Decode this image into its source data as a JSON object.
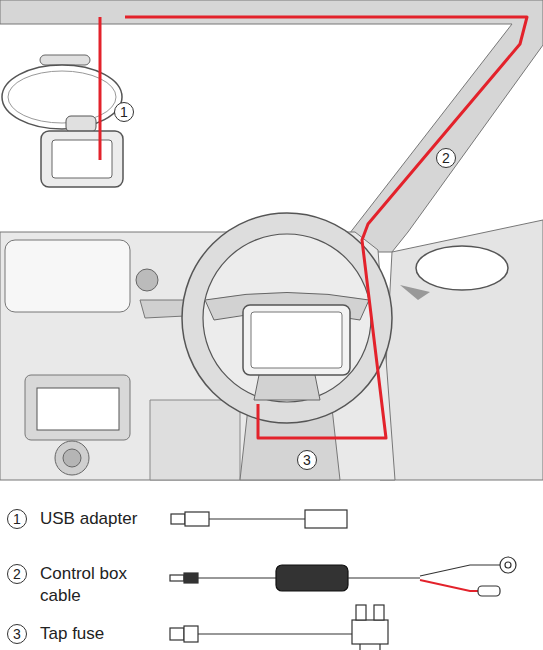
{
  "diagram": {
    "labels": [
      "1",
      "2",
      "3",
      "1",
      "2",
      "3"
    ],
    "legend": [
      {
        "text": "USB adapter"
      },
      {
        "text": "Control box cable"
      },
      {
        "text": "Tap fuse"
      }
    ]
  }
}
